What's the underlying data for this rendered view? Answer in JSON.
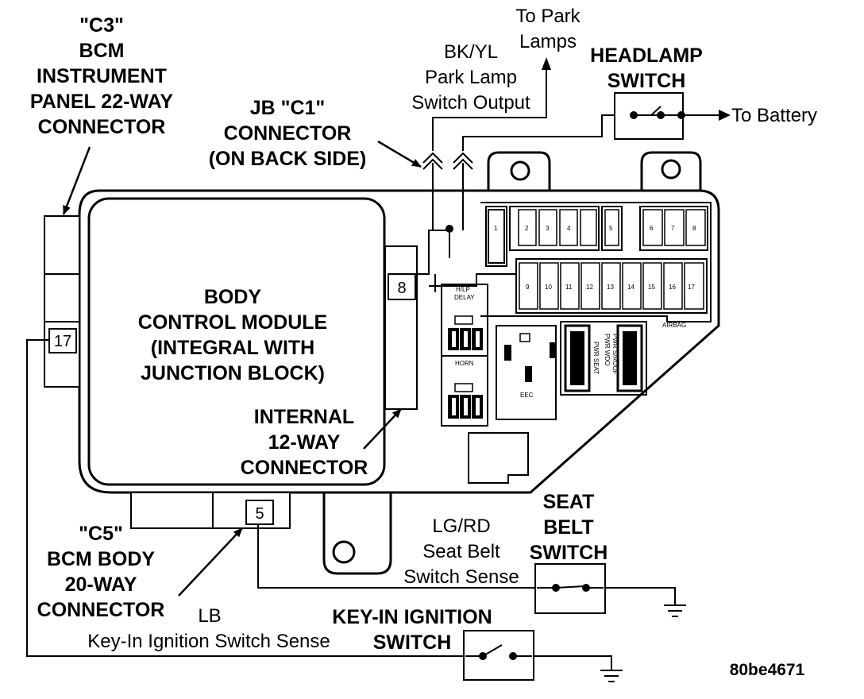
{
  "labels": {
    "c3_l1": "\"C3\"",
    "c3_l2": "BCM",
    "c3_l3": "INSTRUMENT",
    "c3_l4": "PANEL 22-WAY",
    "c3_l5": "CONNECTOR",
    "jb_l1": "JB \"C1\"",
    "jb_l2": "CONNECTOR",
    "jb_l3": "(ON BACK SIDE)",
    "park_l1": "To Park",
    "park_l2": "Lamps",
    "bkyl_l1": "BK/YL",
    "bkyl_l2": "Park Lamp",
    "bkyl_l3": "Switch Output",
    "hl_l1": "HEADLAMP",
    "hl_l2": "SWITCH",
    "battery": "To Battery",
    "bcm_l1": "BODY",
    "bcm_l2": "CONTROL MODULE",
    "bcm_l3": "(INTEGRAL WITH",
    "bcm_l4": "JUNCTION BLOCK)",
    "int_l1": "INTERNAL",
    "int_l2": "12-WAY",
    "int_l3": "CONNECTOR",
    "c5_l1": "\"C5\"",
    "c5_l2": "BCM BODY",
    "c5_l3": "20-WAY",
    "c5_l4": "CONNECTOR",
    "lgrd_l1": "LG/RD",
    "lgrd_l2": "Seat Belt",
    "lgrd_l3": "Switch Sense",
    "seat_l1": "SEAT",
    "seat_l2": "BELT",
    "seat_l3": "SWITCH",
    "lb": "LB",
    "keyin_sense": "Key-In Ignition Switch Sense",
    "key_l1": "KEY-IN IGNITION",
    "key_l2": "SWITCH",
    "fig_id": "80be4671"
  },
  "pins": {
    "c3": "17",
    "internal": "8",
    "c5": "5"
  },
  "fuses": {
    "top_left": [
      "1",
      "2",
      "3",
      "4"
    ],
    "top_mid": "5",
    "top_right": [
      "6",
      "7",
      "8"
    ],
    "bottom": [
      "9",
      "10",
      "11",
      "12",
      "13",
      "14",
      "15",
      "16",
      "17"
    ]
  },
  "small_labels": {
    "hlp_delay_l1": "H/LP",
    "hlp_delay_l2": "DELAY",
    "horn": "HORN",
    "airbag": "AIRBAG",
    "pwr_seat": "PWR SEAT",
    "pwr_wdo_l1": "PWR WDO",
    "pwr_wdo_l2": "PWR S/ROOF",
    "eec": "EEC"
  }
}
